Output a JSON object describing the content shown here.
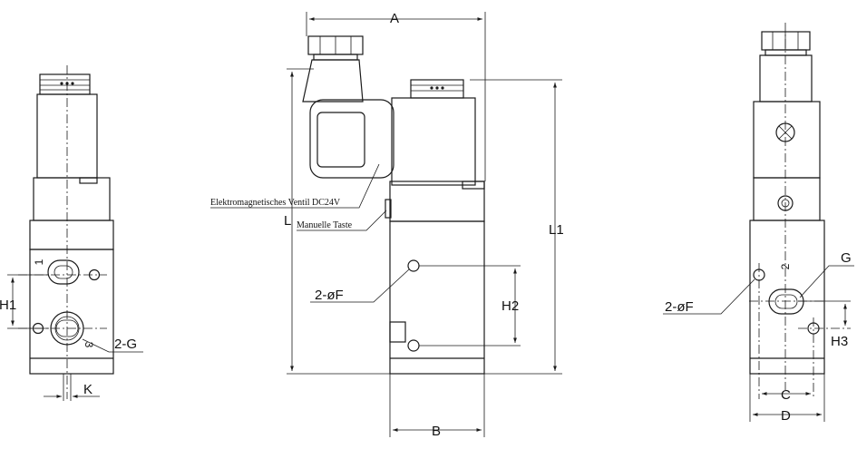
{
  "labels": {
    "dim_a": "A",
    "dim_b": "B",
    "dim_c": "C",
    "dim_d": "D",
    "dim_h1": "H1",
    "dim_h2": "H2",
    "dim_h3": "H3",
    "dim_k": "K",
    "dim_l": "L",
    "dim_l1": "L1",
    "hole_f_center": "2-øF",
    "hole_f_right": "2-øF",
    "port_g_left": "2-G",
    "port_g_right": "G",
    "port_1": "1",
    "port_2": "2",
    "port_3": "3"
  },
  "annotations": {
    "solenoid": "Elektromagnetisches Ventil DC24V",
    "manual": "Manuelle Taste"
  },
  "colors": {
    "line": "#1a1a1a",
    "background": "#ffffff"
  }
}
